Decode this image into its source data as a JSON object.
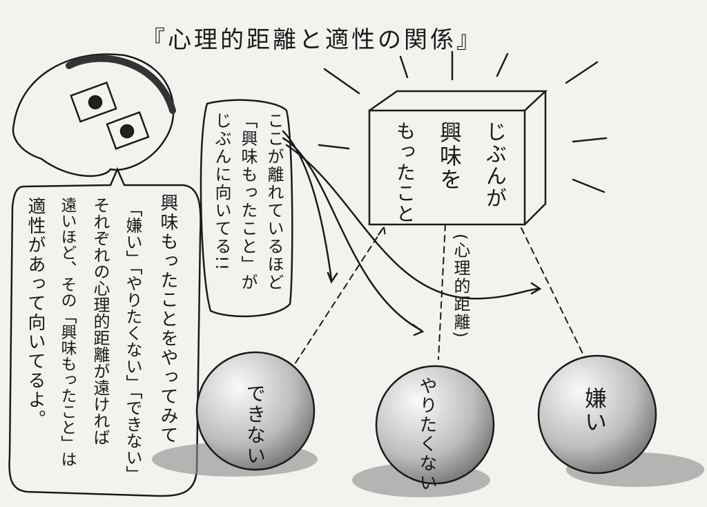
{
  "title": "『心理的距離と適性の関係』",
  "box": {
    "lines": [
      "じぶんが",
      "興味を",
      "もったこと"
    ]
  },
  "middle_bubble": {
    "lines": [
      "ここが離れているほど",
      "「興味もったこと」が",
      "じぶんに向いてる!!"
    ]
  },
  "left_bubble": {
    "lines": [
      "興味もったことをやってみて",
      "「嫌い」「やりたくない」「できない」",
      "それぞれの心理的距離が遠ければ",
      "遠いほど、その「興味もったこと」は",
      "適性があって向いてるよ。"
    ]
  },
  "distance_label": "(心理的距離)",
  "balls": [
    "できない",
    "やりたくない",
    "嫌い"
  ]
}
